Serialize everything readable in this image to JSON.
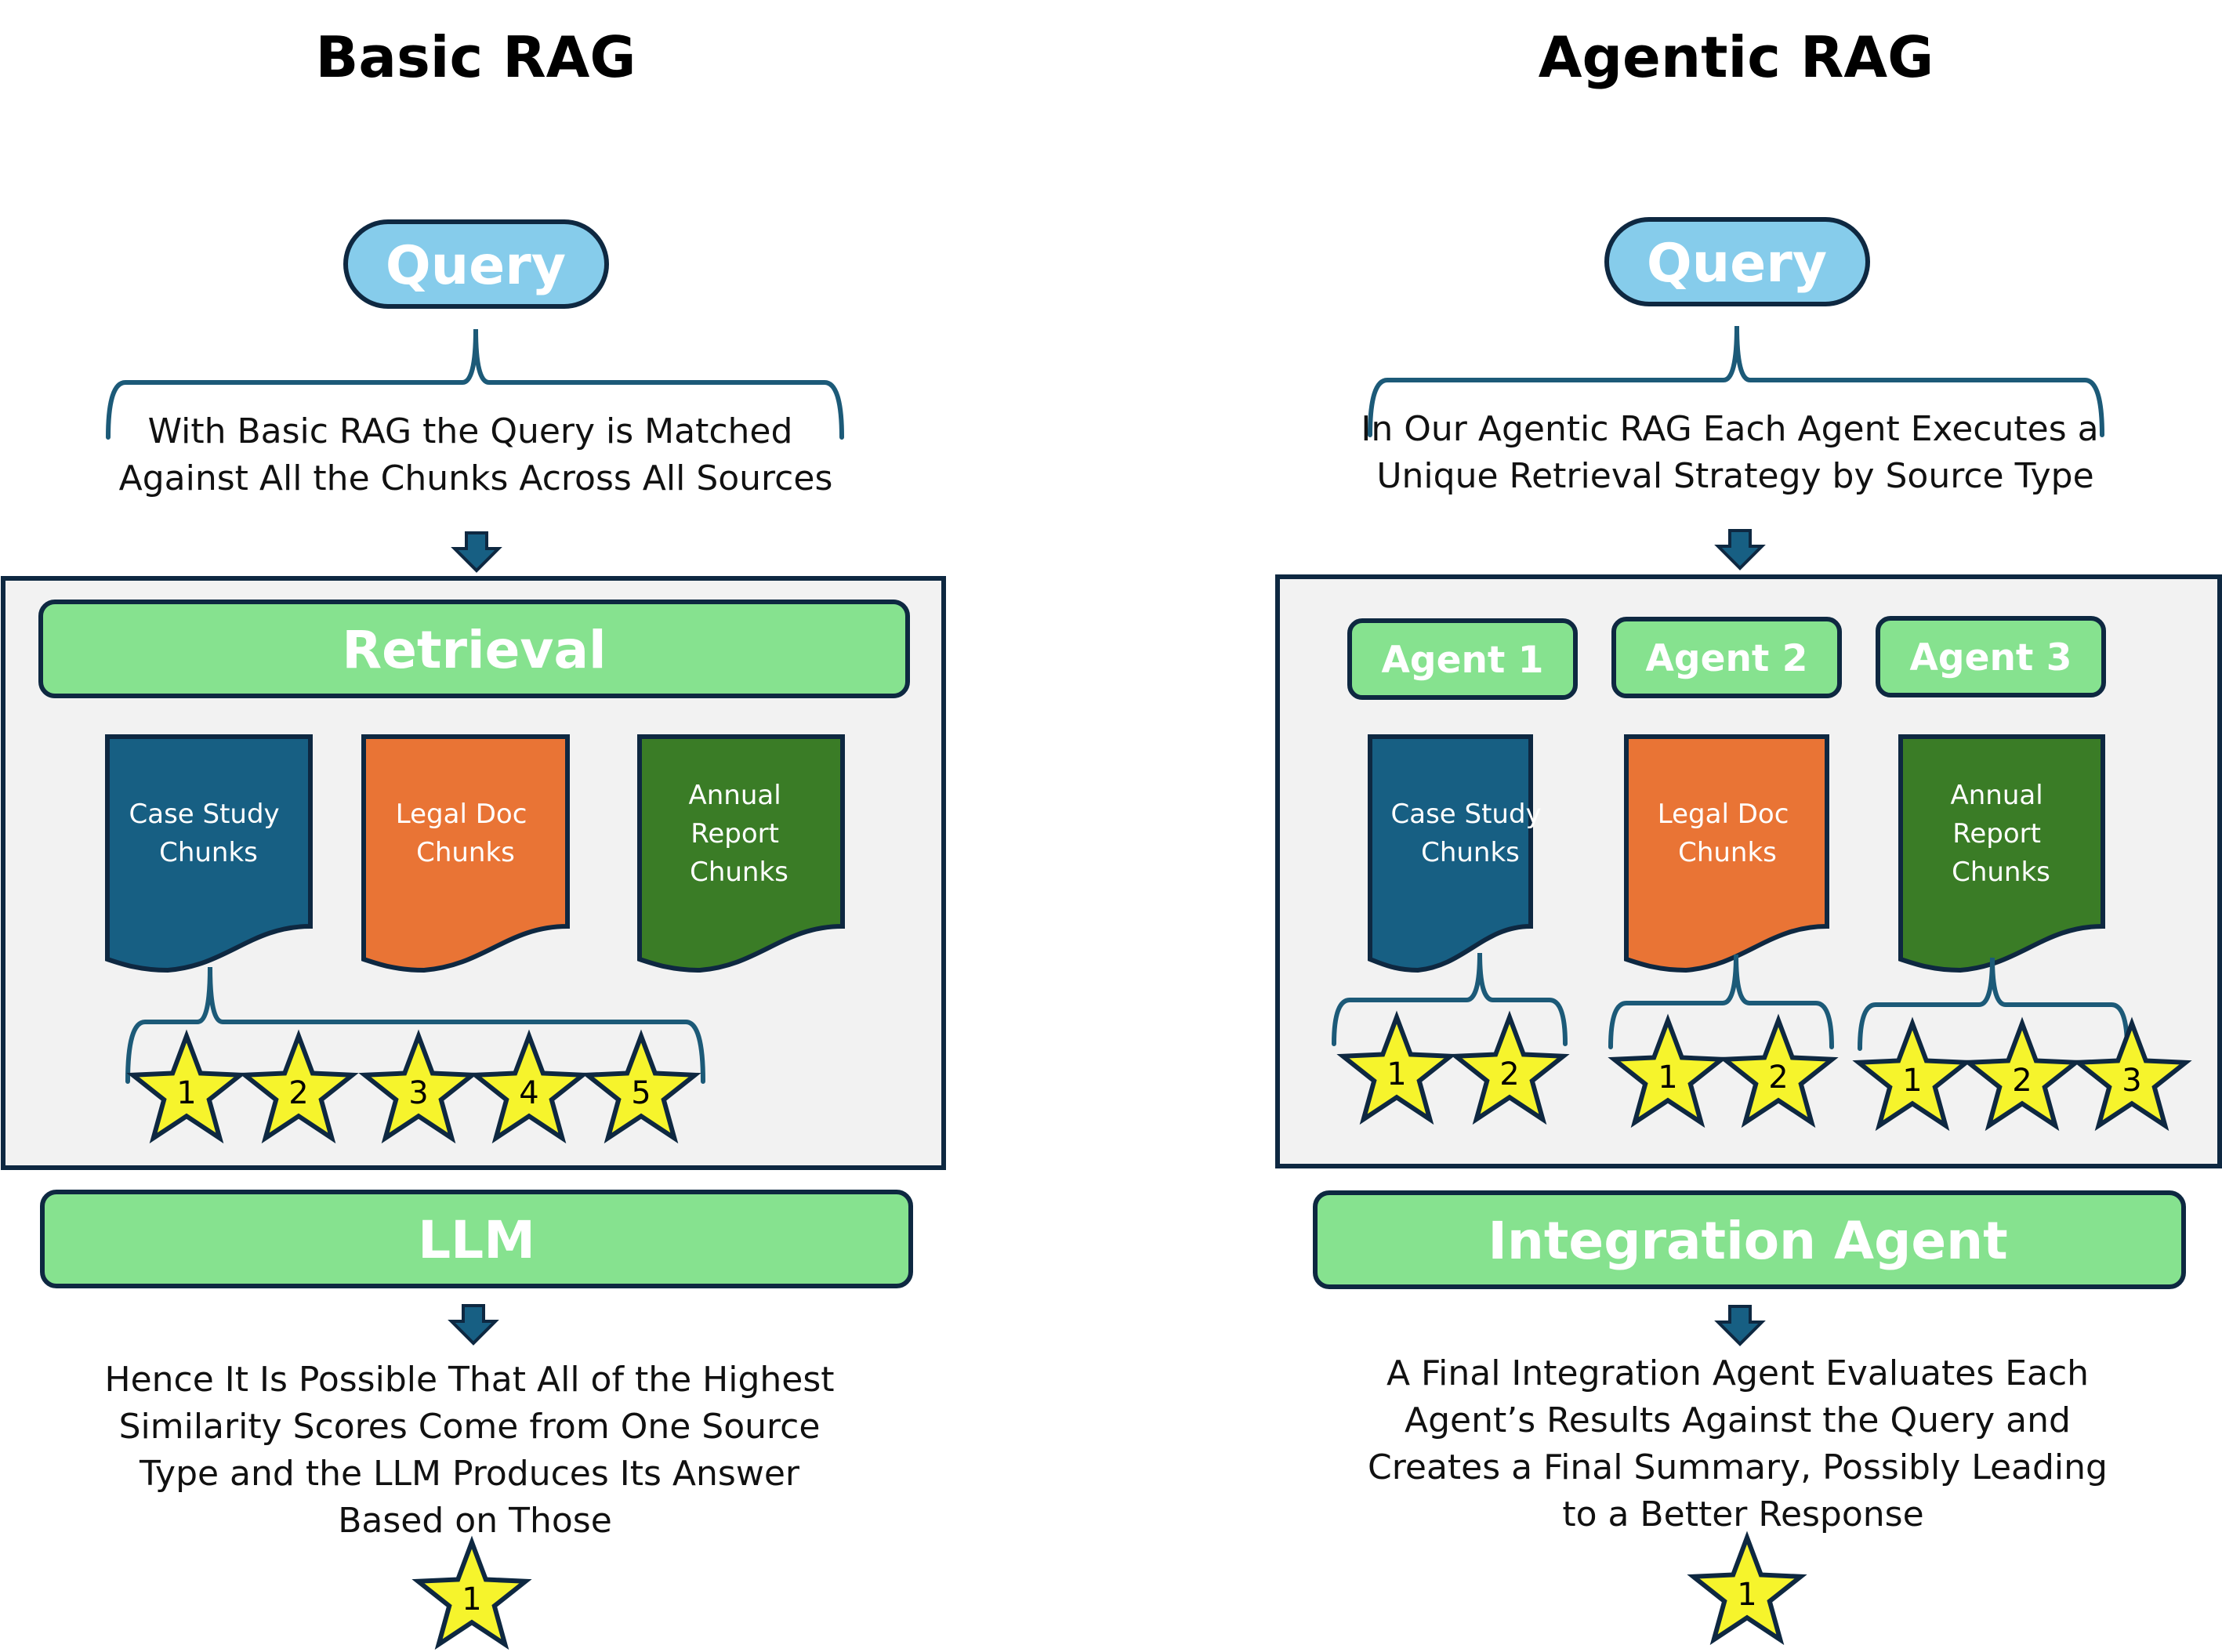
{
  "colors": {
    "query_fill": "#86CCEB",
    "green_fill": "#86E28F",
    "case_study": "#175F83",
    "legal_doc": "#E97435",
    "annual_report": "#3A7C26",
    "star_fill": "#F6F42C",
    "outline": "#0E2841",
    "panel_fill": "#F2F2F2",
    "brace": "#1C5A78"
  },
  "basic": {
    "title": "Basic RAG",
    "query": "Query",
    "description": [
      "With Basic RAG the Query is Matched",
      "Against All the Chunks Across All Sources"
    ],
    "retrieval": "Retrieval",
    "docs": [
      {
        "lines": [
          "Case Study",
          "Chunks"
        ]
      },
      {
        "lines": [
          "Legal Doc",
          "Chunks"
        ]
      },
      {
        "lines": [
          "Annual",
          "Report",
          "Chunks"
        ]
      }
    ],
    "stars": [
      "1",
      "2",
      "3",
      "4",
      "5"
    ],
    "llm": "LLM",
    "conclusion": [
      "Hence It Is Possible That All of the Highest",
      "Similarity Scores Come from One Source",
      "Type and the LLM Produces Its Answer",
      "Based on Those"
    ],
    "final_star": "1"
  },
  "agentic": {
    "title": "Agentic RAG",
    "query": "Query",
    "description": [
      "In Our Agentic RAG Each Agent Executes a",
      "Unique Retrieval Strategy by Source Type"
    ],
    "agents": [
      "Agent 1",
      "Agent 2",
      "Agent 3"
    ],
    "docs": [
      {
        "lines": [
          "Case Study",
          "Chunks"
        ]
      },
      {
        "lines": [
          "Legal Doc",
          "Chunks"
        ]
      },
      {
        "lines": [
          "Annual",
          "Report",
          "Chunks"
        ]
      }
    ],
    "star_groups": [
      [
        "1",
        "2"
      ],
      [
        "1",
        "2"
      ],
      [
        "1",
        "2",
        "3"
      ]
    ],
    "integration": "Integration Agent",
    "conclusion": [
      "A Final Integration Agent Evaluates Each",
      "Agent’s Results Against the Query and",
      "Creates a Final Summary, Possibly Leading",
      "to a Better Response"
    ],
    "final_star": "1"
  }
}
